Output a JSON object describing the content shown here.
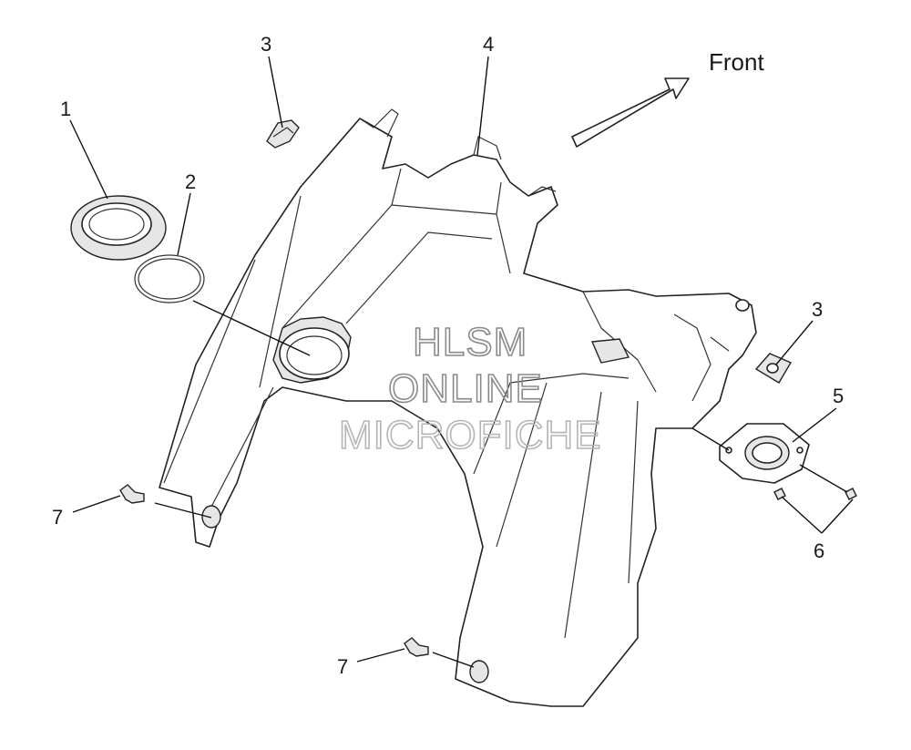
{
  "diagram": {
    "orientation_label": "Front",
    "callouts": [
      "1",
      "2",
      "3",
      "4",
      "3",
      "5",
      "6",
      "7",
      "7"
    ],
    "watermark": [
      "HLSM",
      "ONLINE",
      "MICROFICHE"
    ],
    "icons": {
      "direction_arrow": "front-arrow-icon",
      "parts": [
        "seal-ring",
        "o-ring",
        "clip",
        "fuel-tank-shroud",
        "grommet",
        "screw",
        "push-rivet"
      ]
    }
  }
}
